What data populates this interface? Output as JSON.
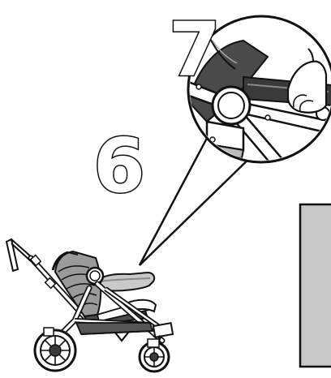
{
  "steps": [
    {
      "number": "6",
      "description": ""
    },
    {
      "number": "7",
      "description": ""
    }
  ],
  "colors": {
    "line": "#111111",
    "hand": "#c9c9c9",
    "hand_shadow": "#8a8a8a",
    "panel": "#c8c8c8",
    "basket": "#555555",
    "fill_light": "#ffffff",
    "fill_mid": "#9a9a9a",
    "fill_dark": "#3a3a3a"
  },
  "icons": {
    "step6_arrow": "down-arrow-icon",
    "detail_callout": "magnifier-callout"
  }
}
